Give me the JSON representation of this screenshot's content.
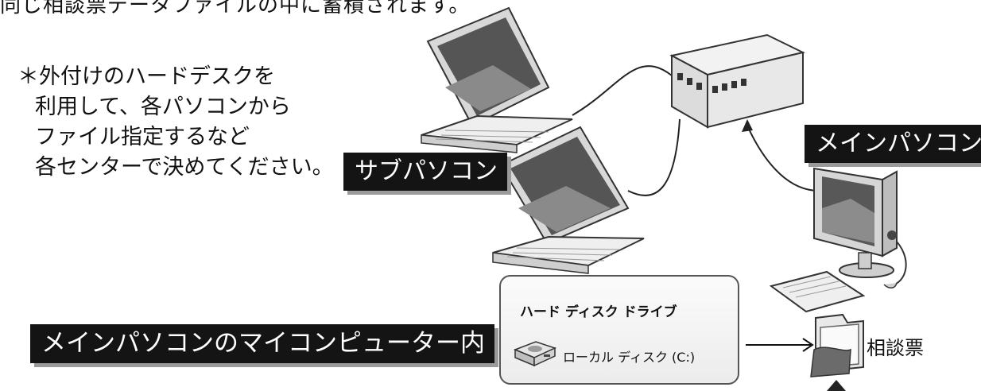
{
  "top_text": "同じ相談票データファイルの中に蓄積されます。",
  "note": {
    "lines": [
      "＊外付けのハードデスクを",
      "利用して、各パソコンから",
      "ファイル指定するなど",
      "各センターで決めてください。"
    ]
  },
  "labels": {
    "sub_pc": "サブパソコン",
    "main_pc": "メインパソコン",
    "my_computer": "メインパソコンのマイコンピューター内"
  },
  "explorer": {
    "section_title": "ハード ディスク ドライブ",
    "drive_label": "ローカル ディスク (C:)"
  },
  "folder": {
    "label": "相談票"
  },
  "icons": [
    "laptop-icon",
    "network-hub-icon",
    "desktop-computer-icon",
    "hard-disk-icon",
    "folder-icon"
  ]
}
